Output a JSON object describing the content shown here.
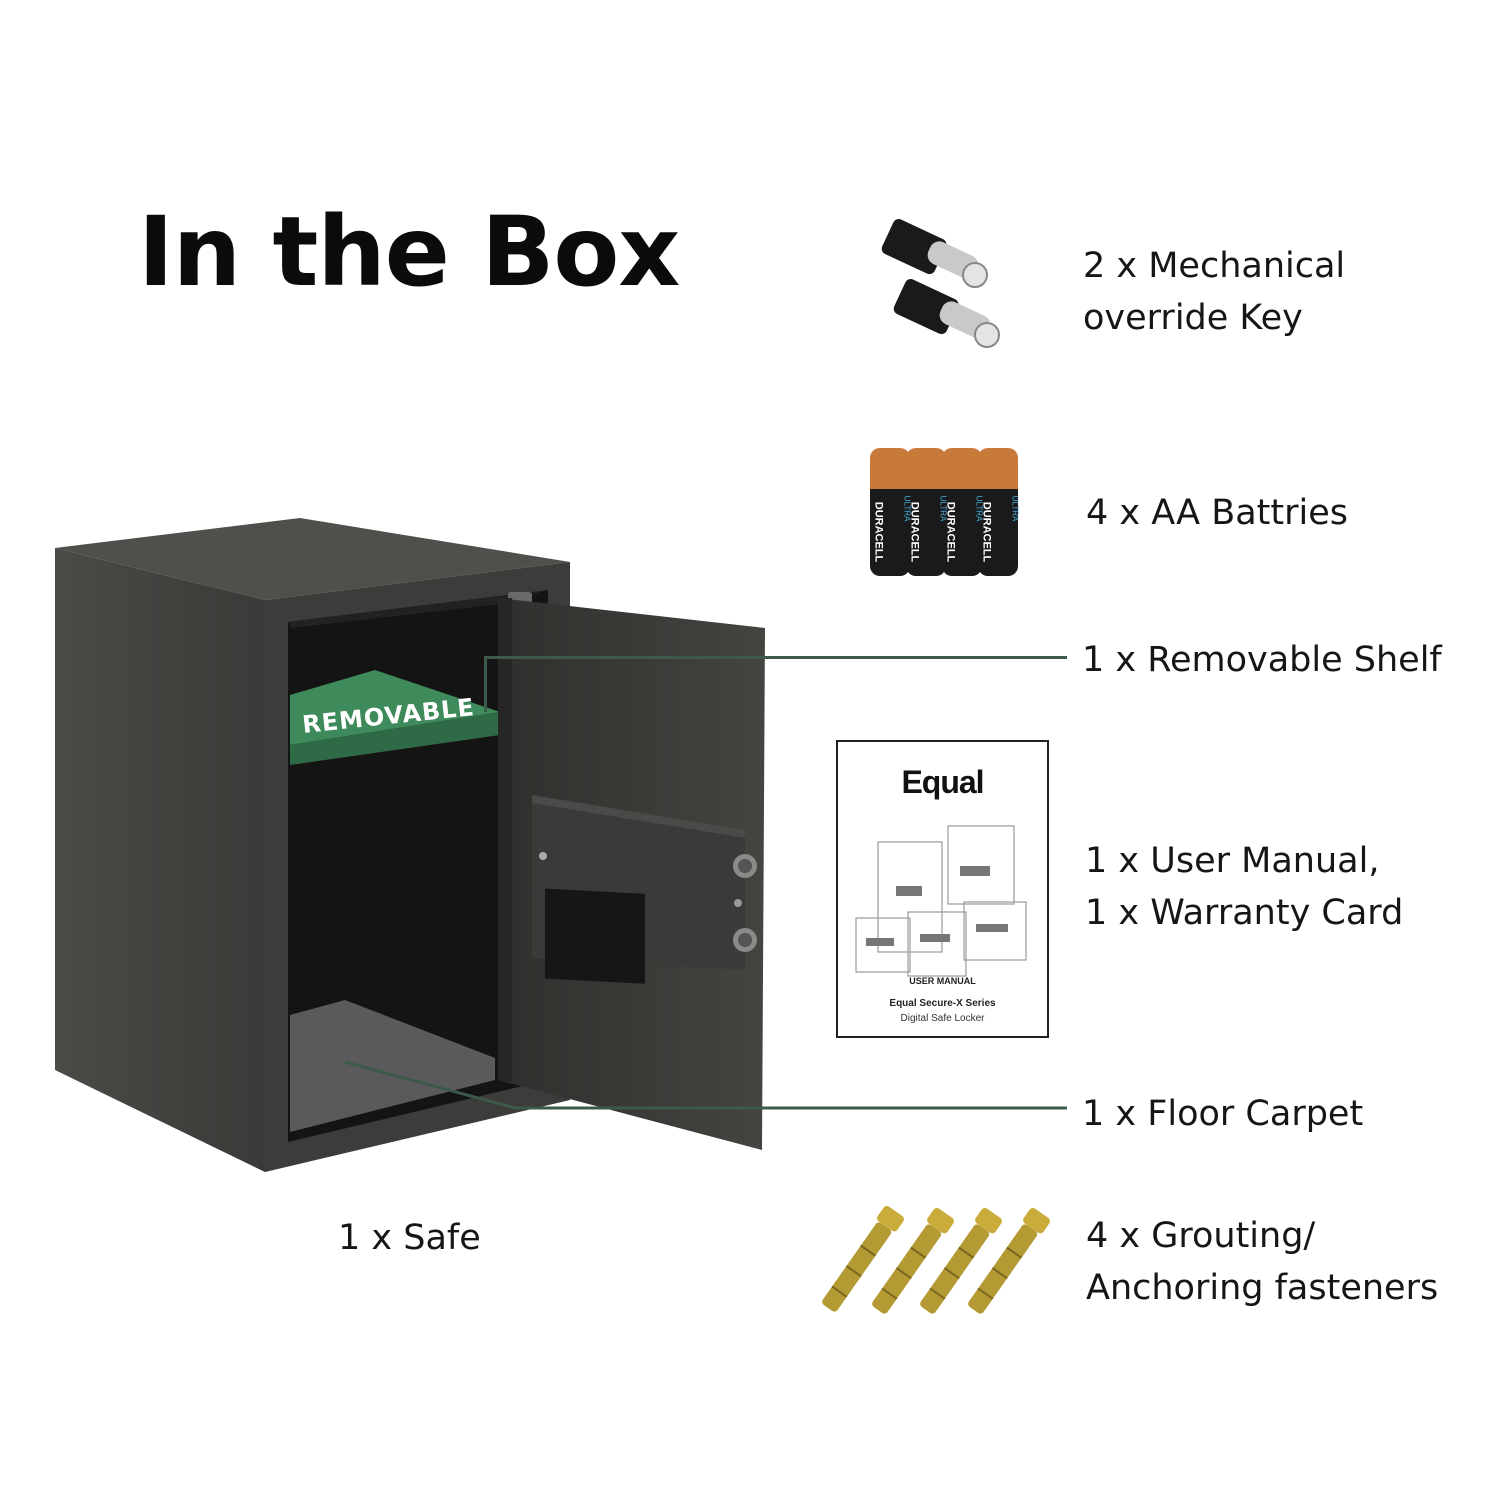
{
  "title": "In the Box",
  "items": {
    "keys": {
      "line1": "2 x Mechanical",
      "line2": "override Key",
      "icon": "keys-icon"
    },
    "batteries": {
      "line1": "4 x AA Battries",
      "brand": "DURACELL",
      "sub": "ULTRA",
      "icon": "battery-icon"
    },
    "shelf": {
      "line1": "1 x Removable Shelf",
      "shelf_text": "REMOVABLE"
    },
    "manual": {
      "line1": "1 x User Manual,",
      "line2": "1 x Warranty Card",
      "brand": "Equal",
      "heading": "USER MANUAL",
      "series": "Equal Secure-X Series",
      "product": "Digital Safe Locker"
    },
    "carpet": {
      "line1": "1 x Floor Carpet"
    },
    "safe": {
      "line1": "1 x Safe",
      "icon": "safe-icon"
    },
    "fasteners": {
      "line1": "4 x Grouting/",
      "line2": "Anchoring fasteners",
      "icon": "anchor-bolt-icon"
    }
  },
  "colors": {
    "safe_body": "#3e3e3c",
    "shelf_green": "#2e6a45",
    "leader_line": "#3c5a4a",
    "battery_copper": "#c87a3a"
  }
}
